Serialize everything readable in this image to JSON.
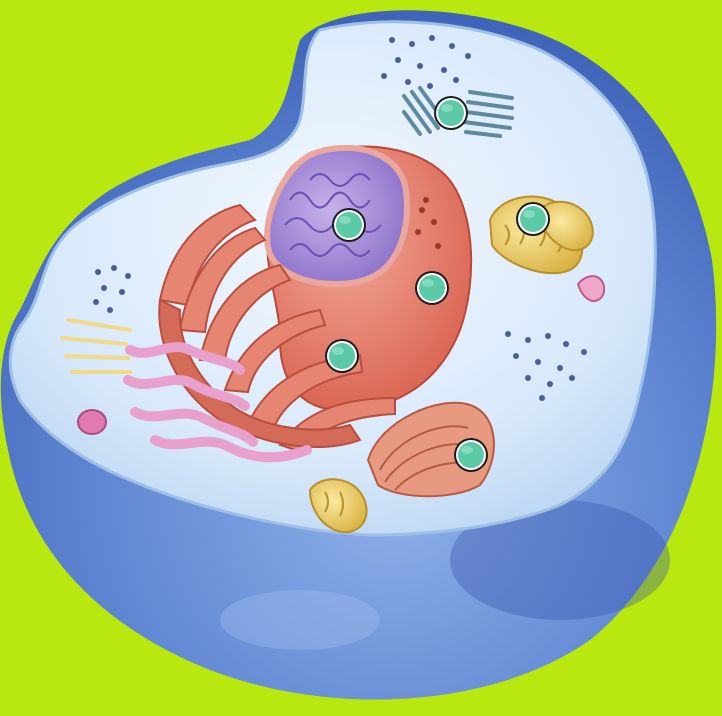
{
  "background_color": "#b8e80f",
  "hotspot_color": "#5cc9a7",
  "hotspots": [
    {
      "name": "hotspot-centrioles"
    },
    {
      "name": "hotspot-nucleus"
    },
    {
      "name": "hotspot-mitochondrion"
    },
    {
      "name": "hotspot-nuclear-envelope"
    },
    {
      "name": "hotspot-rough-er"
    },
    {
      "name": "hotspot-golgi-apparatus"
    }
  ]
}
